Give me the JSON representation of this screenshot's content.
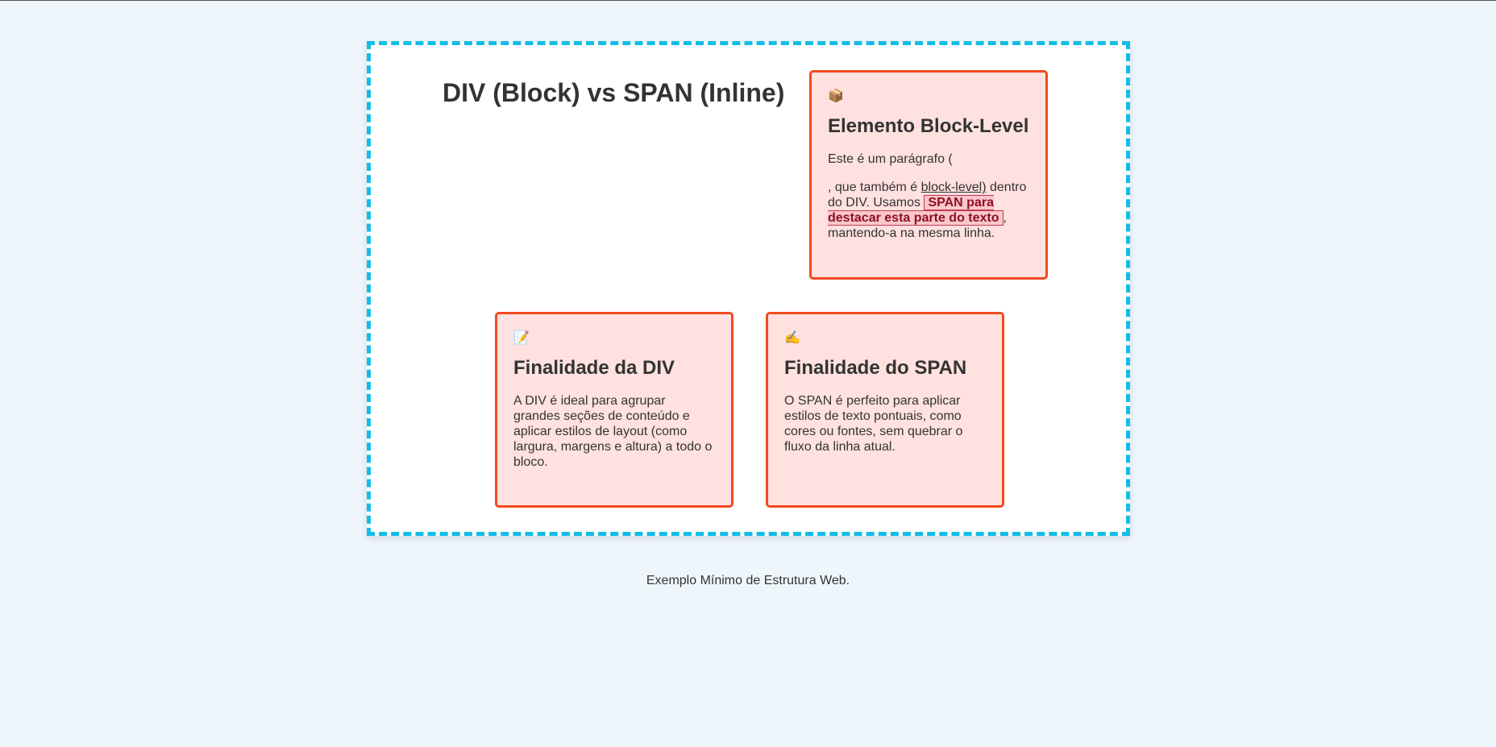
{
  "page": {
    "title": "DIV (Block) vs SPAN (Inline)",
    "footer": "Exemplo Mínimo de Estrutura Web."
  },
  "cards": {
    "block": {
      "icon": "📦",
      "icon_name": "package-icon",
      "heading": "Elemento Block-Level",
      "paragraph_start": "Este é um parágrafo (",
      "text_before_tag": ", que também é ",
      "underlined_text": "block-level)",
      "text_after_underline": " dentro do DIV. Usamos ",
      "highlight_text": "SPAN para destacar esta parte do texto",
      "text_end": ", mantendo-a na mesma linha."
    },
    "div_purpose": {
      "icon": "📝",
      "icon_name": "memo-icon",
      "heading": "Finalidade da DIV",
      "text": "A DIV é ideal para agrupar grandes seções de conteúdo e aplicar estilos de layout (como largura, margens e altura) a todo o bloco."
    },
    "span_purpose": {
      "icon": "✍️",
      "icon_name": "writing-hand-icon",
      "heading": "Finalidade do SPAN",
      "text": "O SPAN é perfeito para aplicar estilos de texto pontuais, como cores ou fontes, sem quebrar o fluxo da linha atual."
    }
  },
  "colors": {
    "background": "#eef6fc",
    "container_border": "#12bde8",
    "card_background": "#ffe1df",
    "card_border": "#f24a1e",
    "highlight_background": "#f9c7cc",
    "highlight_text": "#8e0f24"
  }
}
